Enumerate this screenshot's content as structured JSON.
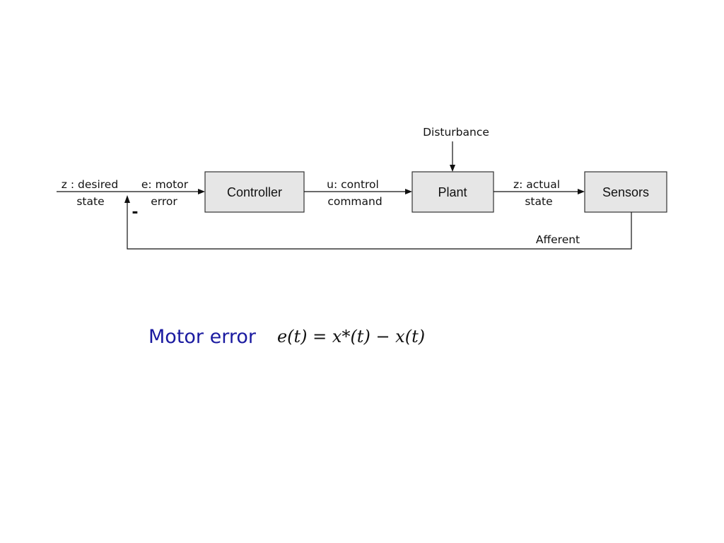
{
  "diagram": {
    "input_label": {
      "line1": "z : desired",
      "line2": "state"
    },
    "error_label": {
      "line1": "e: motor",
      "line2": "error"
    },
    "minus_sign": "-",
    "controller": "Controller",
    "control_label": {
      "line1": "u: control",
      "line2": "command"
    },
    "disturbance": "Disturbance",
    "plant": "Plant",
    "actual_label": {
      "line1": "z: actual",
      "line2": "state"
    },
    "sensors": "Sensors",
    "feedback_label": "Afferent"
  },
  "caption": {
    "label": "Motor error",
    "equation": "e(t) = x*(t) − x(t)"
  },
  "colors": {
    "caption_text": "#1a1aa0",
    "box_fill": "#e6e6e6",
    "line": "#111111"
  }
}
